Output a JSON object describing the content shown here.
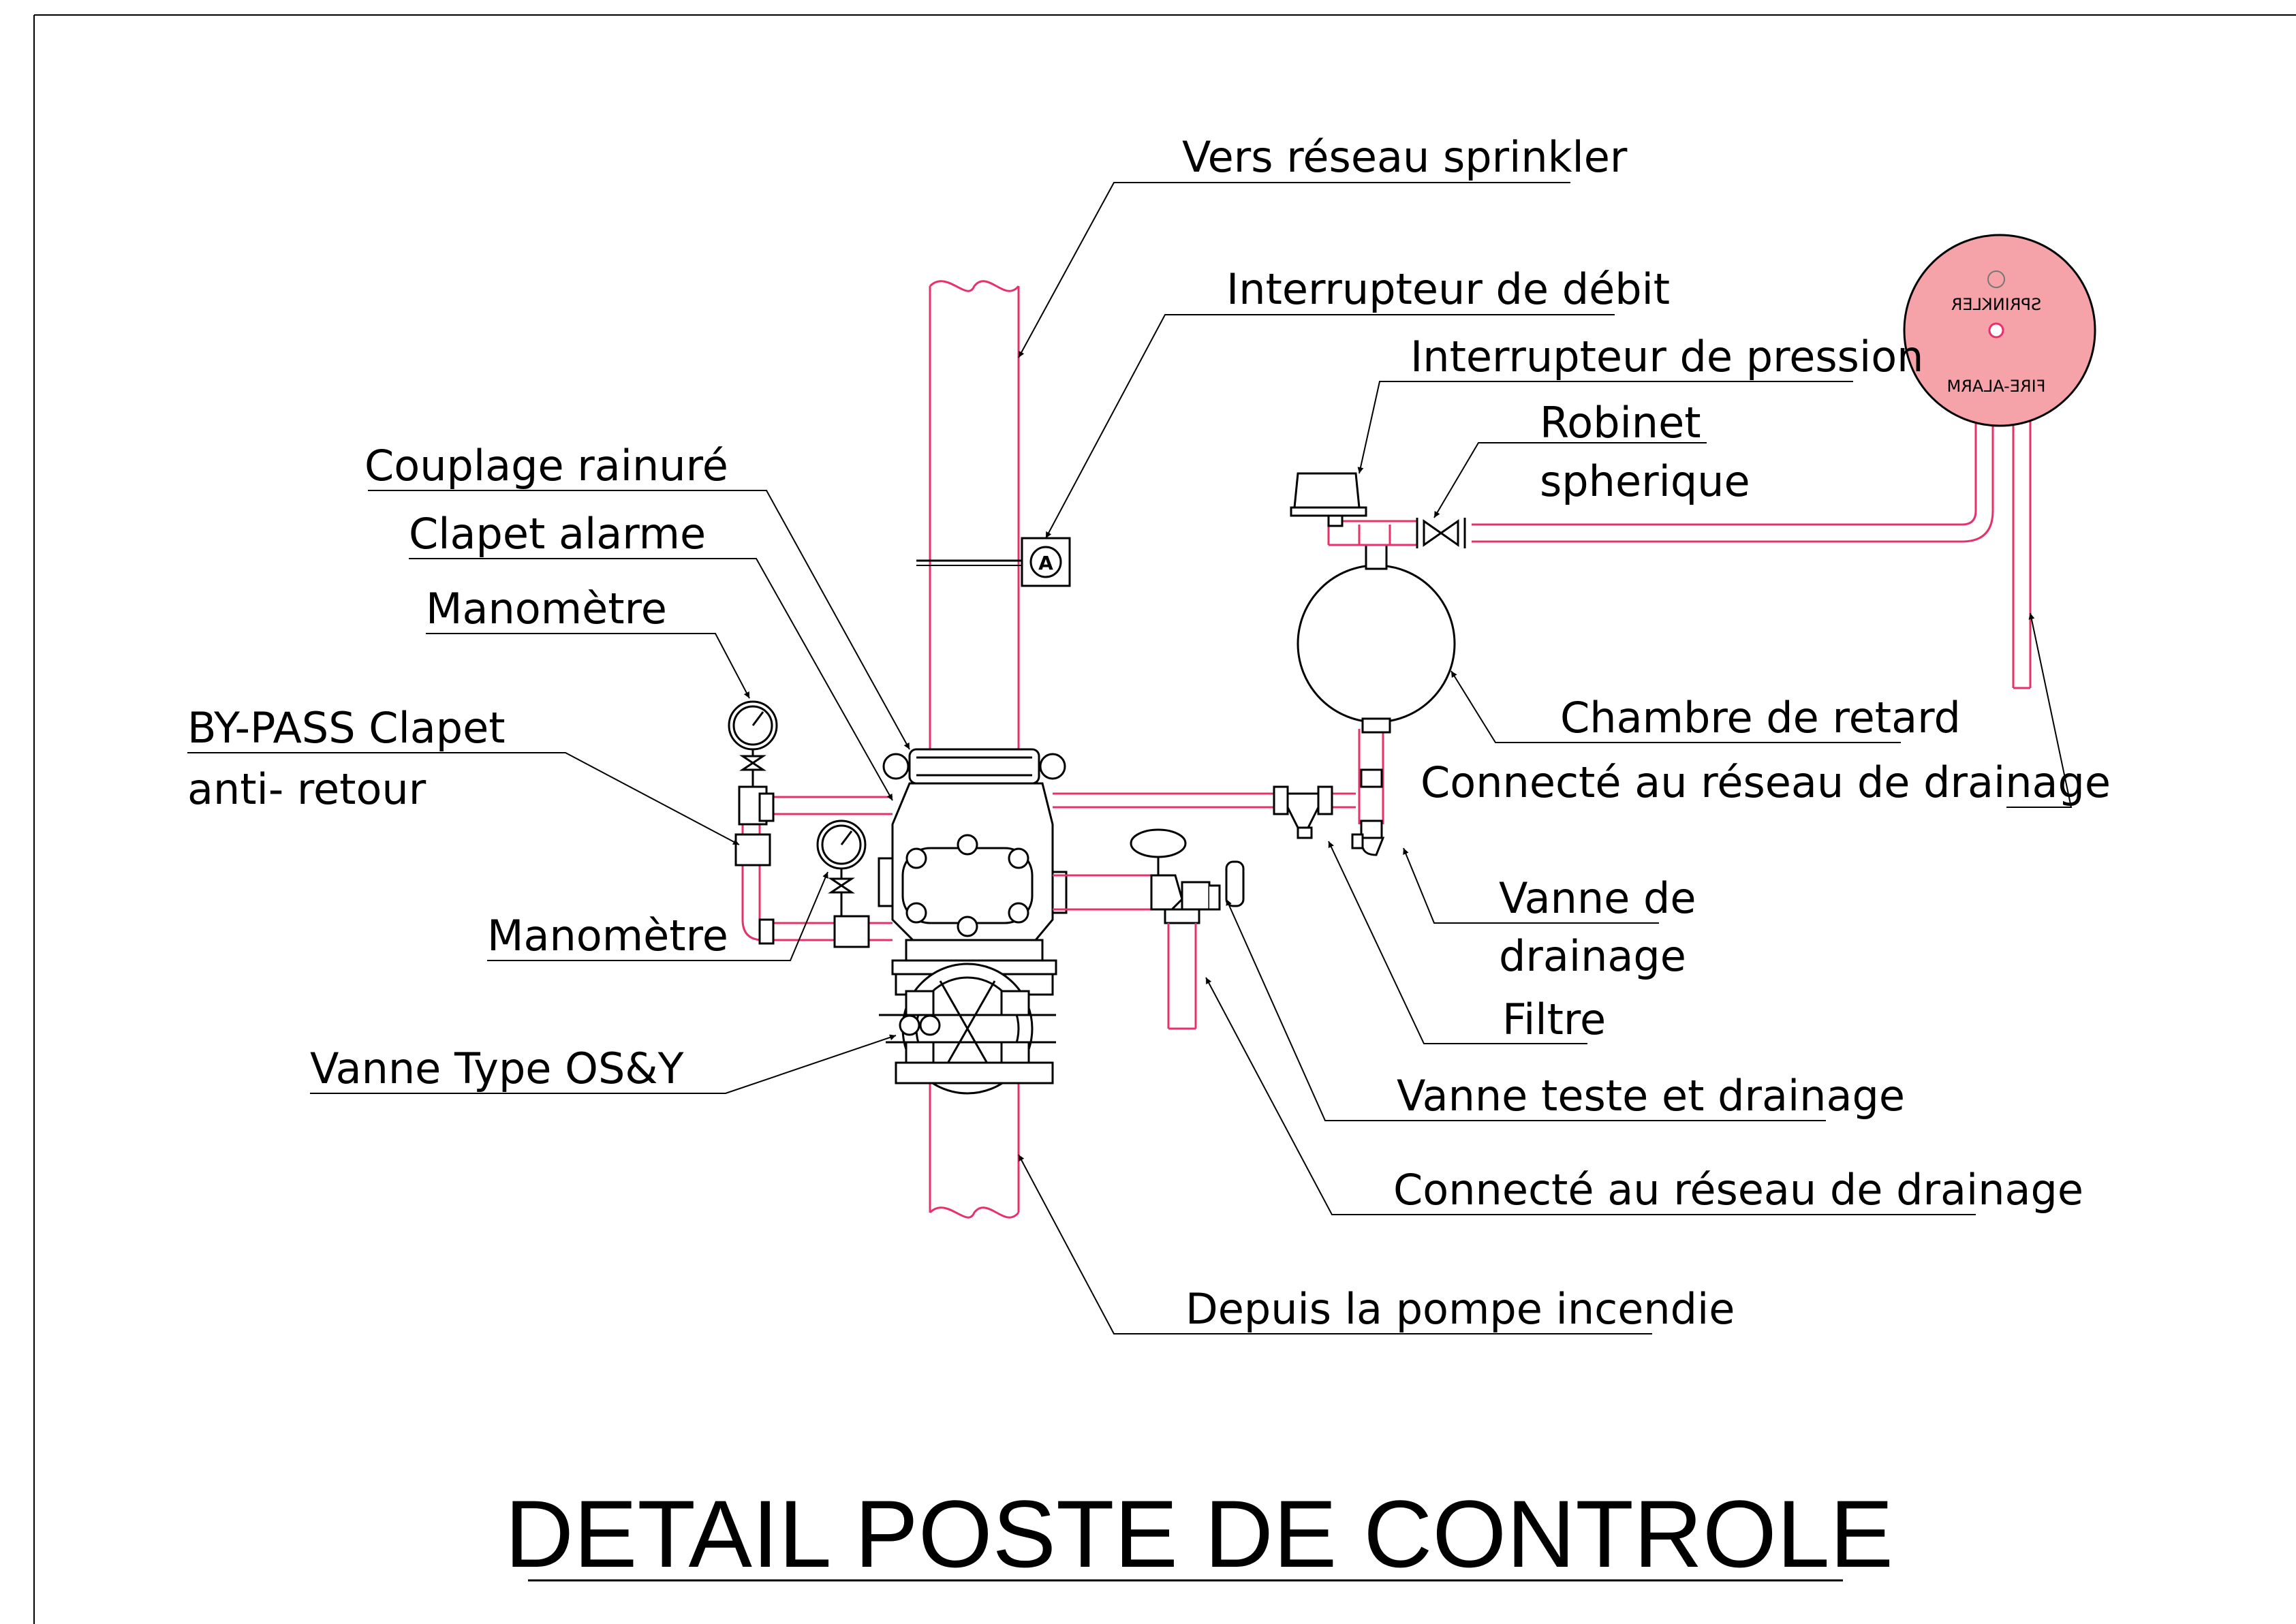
{
  "title": "DETAIL POSTE DE CONTROLE",
  "labels": {
    "vers_reseau": "Vers réseau sprinkler",
    "interrupteur_debit": "Interrupteur de débit",
    "interrupteur_pression": "Interrupteur de pression",
    "robinet_1": "Robinet",
    "robinet_2": "spherique",
    "couplage": "Couplage rainuré",
    "clapet_alarme": "Clapet alarme",
    "manometre_top": "Manomètre",
    "bypass_1": "BY-PASS Clapet",
    "bypass_2": "anti- retour",
    "manometre_bottom": "Manomètre",
    "vanne_osy": "Vanne Type OS&Y",
    "chambre": "Chambre de retard",
    "connecte_1": "Connecté au réseau de drainage",
    "vanne_drainage_1": "Vanne de",
    "vanne_drainage_2": "drainage",
    "filtre": "Filtre",
    "vanne_teste": "Vanne teste et drainage",
    "connecte_2": "Connecté au réseau de drainage",
    "depuis_pompe": "Depuis la pompe incendie"
  },
  "alarm_bell": {
    "top_text": "SPRINKLER",
    "bottom_text": "FIRE-ALARM"
  },
  "flow_switch_letter": "A",
  "colors": {
    "pipe": "#e8306a",
    "bell_fill": "#f5a3a8",
    "line": "#000000"
  }
}
